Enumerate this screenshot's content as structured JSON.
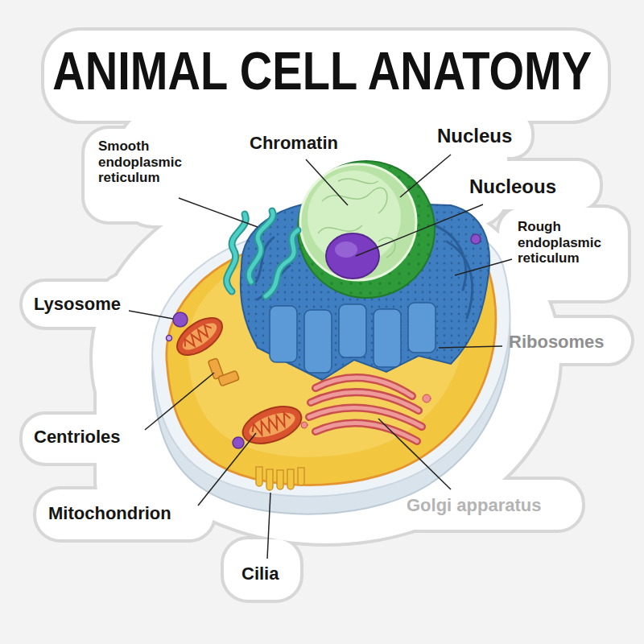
{
  "diagram": {
    "title": "ANIMAL CELL ANATOMY",
    "labels": [
      "Smooth endoplasmic reticulum",
      "Chromatin",
      "Nucleus",
      "Nucleous",
      "Rough endoplasmic reticulum",
      "Lysosome",
      "Ribosomes",
      "Centrioles",
      "Mitochondrion",
      "Golgi apparatus",
      "Cilia"
    ]
  }
}
